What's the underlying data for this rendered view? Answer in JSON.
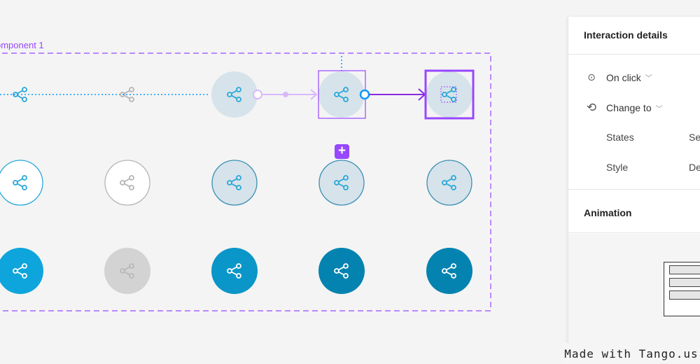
{
  "canvas": {
    "component_label": "omponent 1",
    "colors": {
      "accent_purple": "#9747ff",
      "prototype_blue": "#0d99ff",
      "icon_blue": "#2ba8d8",
      "disabled_gray": "#b5b5b5"
    }
  },
  "panel": {
    "title": "Interaction details",
    "trigger_label": "On click",
    "action_label": "Change to",
    "states_label": "States",
    "states_value": "Se",
    "style_label": "Style",
    "style_value": "De",
    "animation_title": "Animation"
  },
  "watermark": "Made with Tango.us"
}
